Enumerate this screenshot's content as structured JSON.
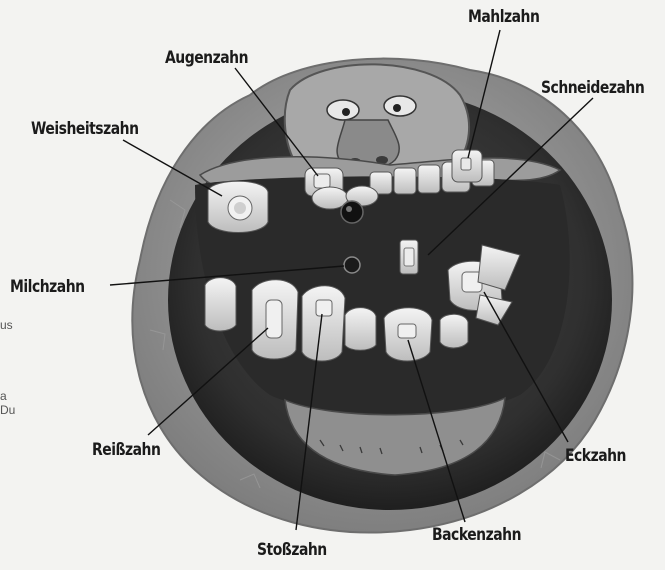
{
  "diagram": {
    "labels": {
      "mahlzahn": "Mahlzahn",
      "augenzahn": "Augenzahn",
      "schneidezahn": "Schneidezahn",
      "weisheitszahn": "Weisheitszahn",
      "milchzahn": "Milchzahn",
      "reisszahn": "Reißzahn",
      "stosszahn": "Stoßzahn",
      "backenzahn": "Backenzahn",
      "eckzahn": "Eckzahn"
    },
    "margin_fragments": {
      "a": "us",
      "b": "a",
      "c": "Du"
    },
    "colors": {
      "paper": "#f3f3f1",
      "disc_dark": "#3a3a3a",
      "rim": "#8e8e8e",
      "tooth": "#e4e4e4",
      "ink": "#1b1b1b"
    }
  }
}
